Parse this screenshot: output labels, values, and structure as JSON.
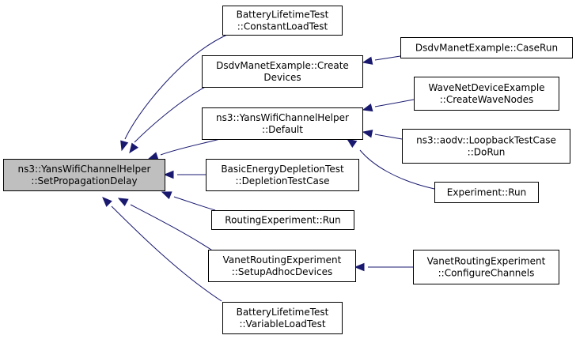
{
  "graph": {
    "edge_color": "#191970",
    "root_fill": "#bfbfbf",
    "node_fill": "#ffffff",
    "nodes": [
      {
        "id": "root",
        "lines": [
          "ns3::YansWifiChannelHelper",
          "::SetPropagationDelay"
        ]
      },
      {
        "id": "blt_const",
        "lines": [
          "BatteryLifetimeTest",
          "::ConstantLoadTest"
        ]
      },
      {
        "id": "dsdv_create",
        "lines": [
          "DsdvManetExample::Create",
          "Devices"
        ]
      },
      {
        "id": "yans_default",
        "lines": [
          "ns3::YansWifiChannelHelper",
          "::Default"
        ]
      },
      {
        "id": "basic_energy",
        "lines": [
          "BasicEnergyDepletionTest",
          "::DepletionTestCase"
        ]
      },
      {
        "id": "routing_run",
        "lines": [
          "RoutingExperiment::Run"
        ]
      },
      {
        "id": "vanet_setup",
        "lines": [
          "VanetRoutingExperiment",
          "::SetupAdhocDevices"
        ]
      },
      {
        "id": "blt_var",
        "lines": [
          "BatteryLifetimeTest",
          "::VariableLoadTest"
        ]
      },
      {
        "id": "dsdv_caserun",
        "lines": [
          "DsdvManetExample::CaseRun"
        ]
      },
      {
        "id": "wave_nodes",
        "lines": [
          "WaveNetDeviceExample",
          "::CreateWaveNodes"
        ]
      },
      {
        "id": "aodv_loopback",
        "lines": [
          "ns3::aodv::LoopbackTestCase",
          "::DoRun"
        ]
      },
      {
        "id": "experiment_run",
        "lines": [
          "Experiment::Run"
        ]
      },
      {
        "id": "vanet_config",
        "lines": [
          "VanetRoutingExperiment",
          "::ConfigureChannels"
        ]
      }
    ],
    "edges": [
      {
        "from": "blt_const",
        "to": "root"
      },
      {
        "from": "dsdv_create",
        "to": "root"
      },
      {
        "from": "yans_default",
        "to": "root"
      },
      {
        "from": "basic_energy",
        "to": "root"
      },
      {
        "from": "routing_run",
        "to": "root"
      },
      {
        "from": "vanet_setup",
        "to": "root"
      },
      {
        "from": "blt_var",
        "to": "root"
      },
      {
        "from": "dsdv_caserun",
        "to": "dsdv_create"
      },
      {
        "from": "wave_nodes",
        "to": "yans_default"
      },
      {
        "from": "aodv_loopback",
        "to": "yans_default"
      },
      {
        "from": "experiment_run",
        "to": "yans_default"
      },
      {
        "from": "vanet_config",
        "to": "vanet_setup"
      }
    ]
  }
}
